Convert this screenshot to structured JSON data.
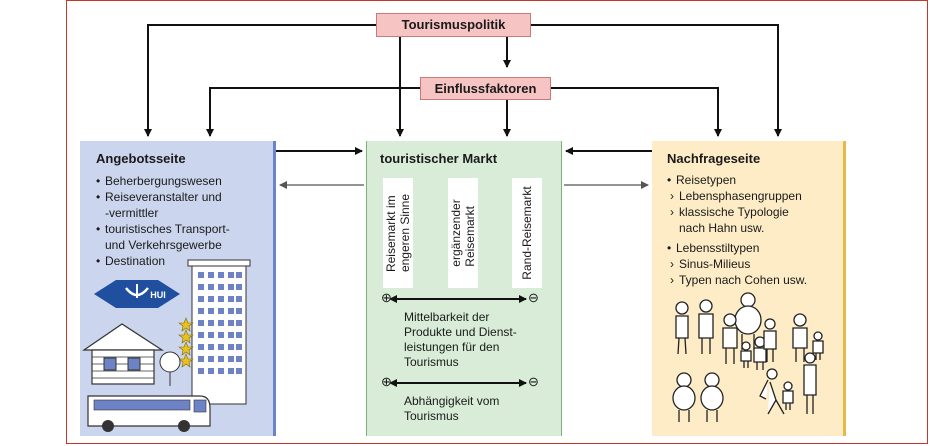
{
  "top": {
    "policy": "Tourismuspolitik",
    "factors": "Einflussfaktoren"
  },
  "supply": {
    "title": "Angebotsseite",
    "items": [
      "Beherbergungswesen",
      "Reiseveranstalter und",
      "-vermittler",
      "touristisches Transport-",
      "und Verkehrsgewerbe",
      "Destination"
    ],
    "logo_text": "HUI"
  },
  "market": {
    "title": "touristischer Markt",
    "columns": [
      "Reisemarkt im engeren Sinne",
      "ergänzender Reisemarkt",
      "Rand-Reisemarkt"
    ],
    "col_lines": [
      [
        "Reisemarkt im",
        "engeren Sinne"
      ],
      [
        "ergänzender",
        "Reisemarkt"
      ],
      [
        "Rand-Reisemarkt"
      ]
    ],
    "scale1": [
      "Mittelbarkeit der",
      "Produkte und Dienst-",
      "leistungen für den",
      "Tourismus"
    ],
    "scale2": [
      "Abhängigkeit vom",
      "Tourismus"
    ],
    "plus": "⊕",
    "minus": "⊖"
  },
  "demand": {
    "title": "Nachfrageseite",
    "travel_types": "Reisetypen",
    "travel_sub": [
      "Lebensphasengruppen",
      "klassische Typologie",
      "nach Hahn usw."
    ],
    "lifestyle": "Lebensstiltypen",
    "lifestyle_sub": [
      "Sinus-Milieus",
      "Typen nach Cohen usw."
    ]
  },
  "colors": {
    "supply_bg": "#ccd5ee",
    "supply_border": "#6d83c5",
    "market_bg": "#d8ecd8",
    "market_border": "#7cb07c",
    "demand_bg": "#fdecc6",
    "demand_border": "#e8b84a",
    "pink": "#f7c4c4"
  }
}
